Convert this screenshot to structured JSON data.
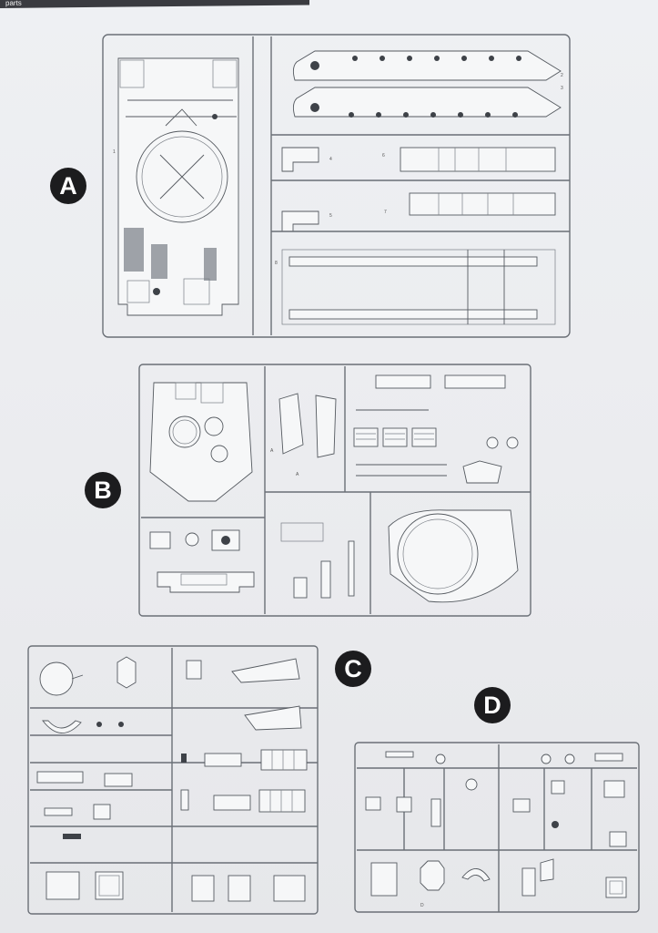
{
  "header": {
    "text": "parts"
  },
  "sprues": {
    "a": {
      "label": "A"
    },
    "b": {
      "label": "B"
    },
    "c": {
      "label": "C"
    },
    "d": {
      "label": "D"
    }
  },
  "colors": {
    "badge": "#1c1c1e",
    "line": "#555a60",
    "paper": "#eceef1"
  }
}
